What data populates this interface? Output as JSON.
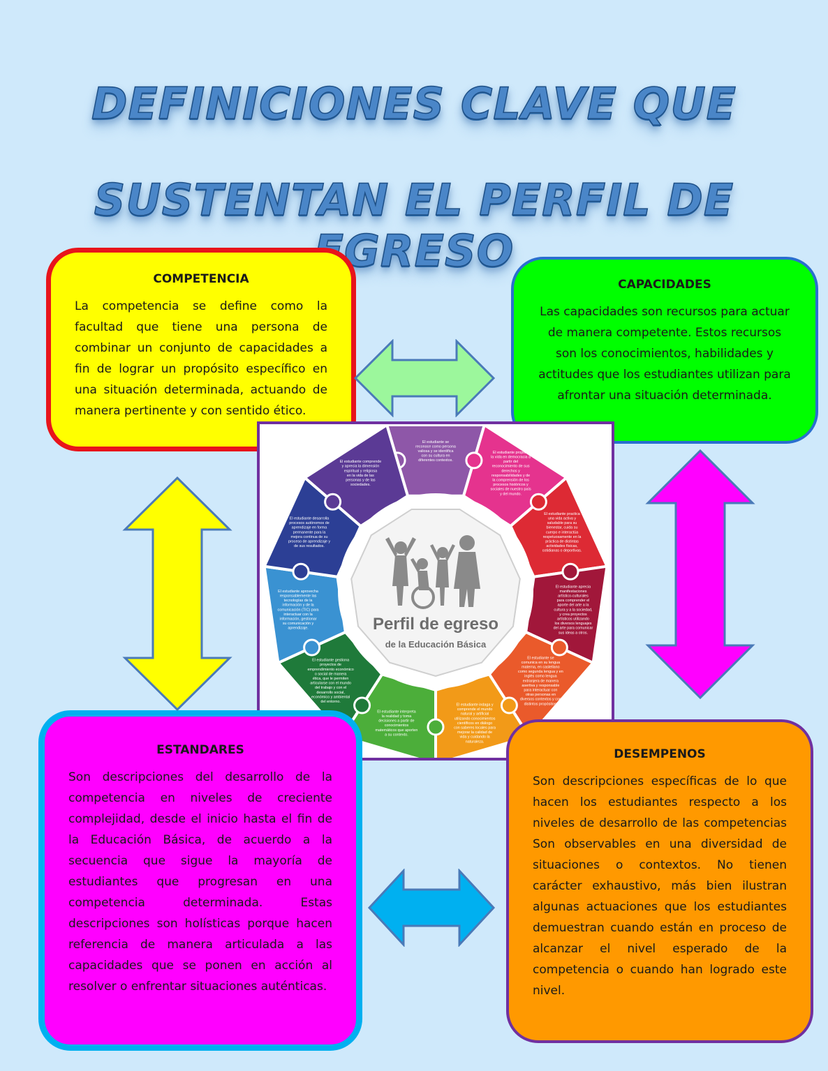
{
  "title": {
    "line1": "DEFINICIONES CLAVE QUE",
    "line2": "SUSTENTAN EL PERFIL DE EGRESO"
  },
  "boxes": {
    "competencia": {
      "heading": "COMPETENCIA",
      "text": "La competencia se define como la facultad que tiene una persona de combinar un conjunto de capacidades a fin de lograr un propósito específico en una situación determinada, actuando de manera pertinente y con sentido ético.",
      "fill": "#ffff00",
      "border": "#e8141b"
    },
    "capacidades": {
      "heading": "CAPACIDADES",
      "text": "Las capacidades son recursos para actuar de manera competente. Estos recursos son los conocimientos, habilidades y actitudes que los estudiantes utilizan para afrontar una situación determinada.",
      "fill": "#00ff00",
      "border": "#2a6fcf"
    },
    "estandares": {
      "heading": "ESTANDARES",
      "text": "Son descripciones del desarrollo de la competencia en niveles de creciente complejidad, desde el inicio hasta el fin de la Educación Básica, de acuerdo a la secuencia que sigue la mayoría de estudiantes que progresan en una competencia determinada. Estas descripciones son holísticas porque hacen referencia de manera articulada a las capacidades que se ponen en acción al resolver o enfrentar situaciones auténticas.",
      "fill": "#ff00ff",
      "border": "#00b0f0"
    },
    "desempenos": {
      "heading": "DESEMPENOS",
      "text": "Son descripciones específicas de lo que hacen los estudiantes respecto a los niveles de desarrollo de las competencias Son observables en una diversidad de situaciones o contextos. No tienen carácter exhaustivo, más bien ilustran algunas actuaciones que los estudiantes demuestran cuando están en proceso de alcanzar el nivel esperado de la competencia o cuando han logrado este nivel.",
      "fill": "#ff9900",
      "border": "#7030a0"
    }
  },
  "center_figure": {
    "title": "Perfil de egreso",
    "subtitle": "de la Educación Básica",
    "segments": [
      {
        "color": "#8e57a8",
        "text": "El estudiante se reconoce como persona valiosa y se identifica con su cultura en diferentes contextos."
      },
      {
        "color": "#e5338e",
        "text": "El estudiante propicia la vida en democracia a partir del reconocimiento de sus derechos y responsabilidades y de la comprensión de los procesos históricos y sociales de nuestro país y del mundo."
      },
      {
        "color": "#dd2a34",
        "text": "El estudiante practica una vida activa y saludable para su bienestar, cuida su cuerpo e interactúa respetuosamente en la práctica de distintas actividades físicas, cotidianas o deportivas."
      },
      {
        "color": "#a1173a",
        "text": "El estudiante aprecia manifestaciones artístico-culturales para comprender el aporte del arte a la cultura y a la sociedad, y crea proyectos artísticos utilizando los diversos lenguajes del arte para comunicar sus ideas a otros."
      },
      {
        "color": "#ea5a2b",
        "text": "El estudiante se comunica en su lengua materna, en castellano como segunda lengua y en inglés como lengua extranjera de manera asertiva y responsable para interactuar con otras personas en diversos contextos y con distintos propósitos."
      },
      {
        "color": "#f29a18",
        "text": "El estudiante indaga y comprende el mundo natural y artificial utilizando conocimientos científicos en diálogo con saberes locales para mejorar la calidad de vida y cuidando la naturaleza."
      },
      {
        "color": "#4cae3a",
        "text": "El estudiante interpreta la realidad y toma decisiones a partir de conocimientos matemáticos que aporten a su contexto."
      },
      {
        "color": "#1f7a3a",
        "text": "El estudiante gestiona proyectos de emprendimiento económico o social de manera ética, que le permiten articularse con el mundo del trabajo y con el desarrollo social, económico y ambiental del entorno."
      },
      {
        "color": "#3a92d2",
        "text": "El estudiante aprovecha responsablemente las tecnologías de la información y de la comunicación (TIC) para interactuar con la información, gestionar su comunicación y aprendizaje."
      },
      {
        "color": "#2c3f95",
        "text": "El estudiante desarrolla procesos autónomos de aprendizaje en forma permanente para la mejora continua de su proceso de aprendizaje y de sus resultados."
      },
      {
        "color": "#5b3a95",
        "text": "El estudiante comprende y aprecia la dimensión espiritual y religiosa en la vida de las personas y de las sociedades."
      }
    ]
  },
  "arrows": [
    {
      "id": "top",
      "fill": "#9cf79c"
    },
    {
      "id": "left",
      "fill": "#ffff00"
    },
    {
      "id": "right",
      "fill": "#ff00ff"
    },
    {
      "id": "bottom",
      "fill": "#00b0f0"
    }
  ]
}
